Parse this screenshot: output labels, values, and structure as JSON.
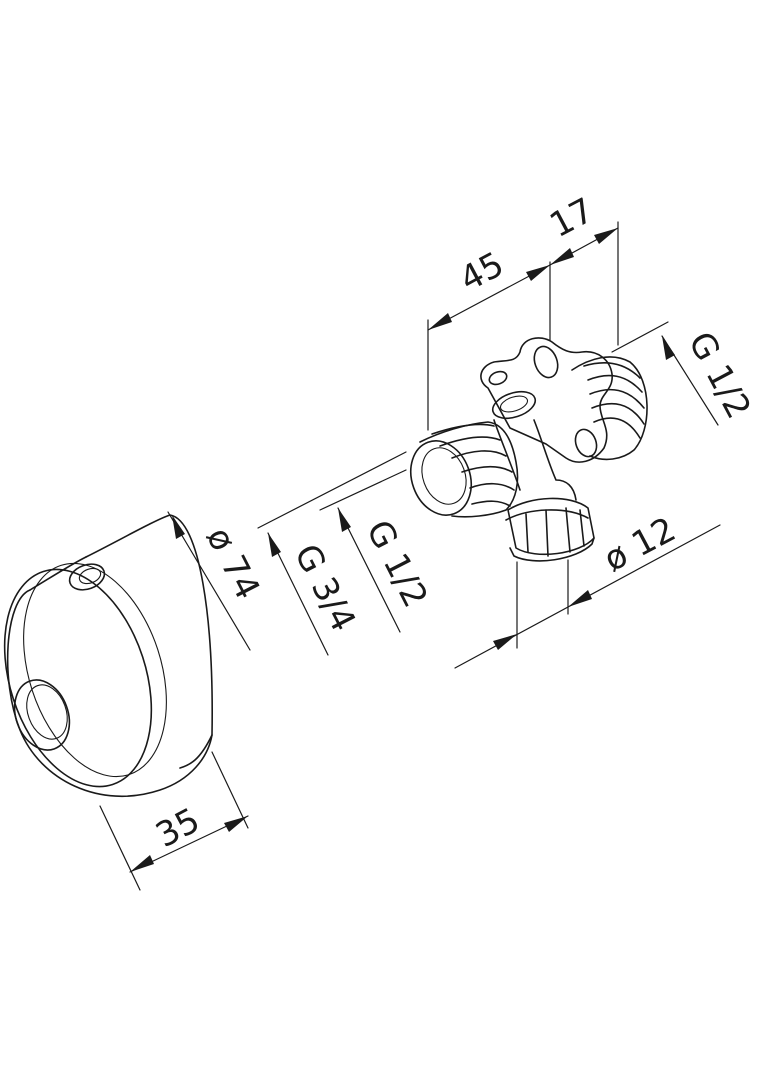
{
  "drawing": {
    "labels": {
      "dim_45": "45",
      "dim_17": "17",
      "thread_g12_right": "G 1/2",
      "thread_g34": "G 3/4",
      "thread_g12_center": "G 1/2",
      "dia_12": "ø 12",
      "dia_74": "ø 74",
      "dim_35": "35"
    },
    "colors": {
      "line": "#1a1a1a",
      "background": "#ffffff"
    }
  }
}
